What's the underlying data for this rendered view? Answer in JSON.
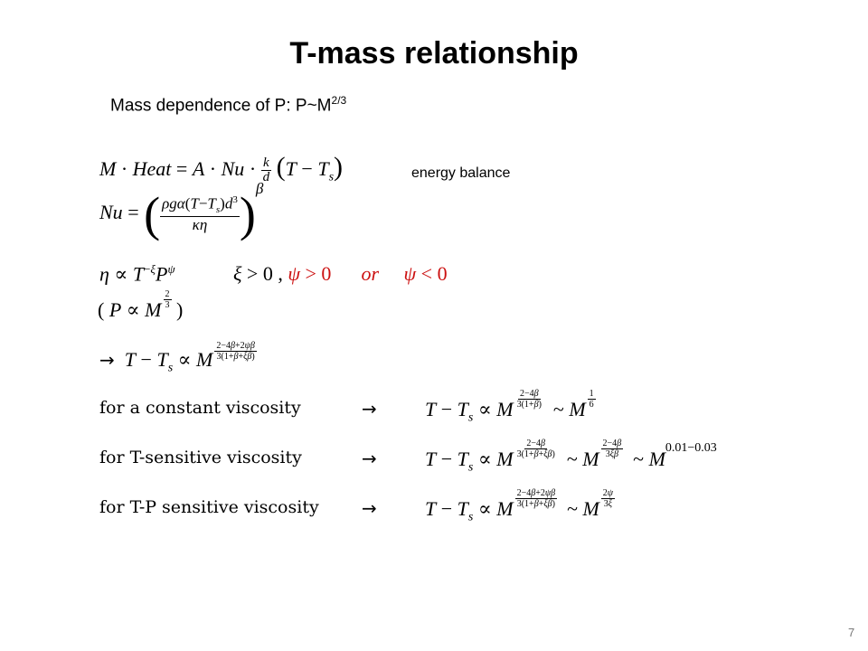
{
  "slide": {
    "title": "T-mass relationship",
    "subtitle_text": "Mass dependence of P: P~M",
    "subtitle_exp": "2/3",
    "energy_label": "energy balance",
    "page_number": "7"
  },
  "rows": [
    {
      "label": "for a constant viscosity",
      "arrow": "→"
    },
    {
      "label": "for T-sensitive viscosity",
      "arrow": "→"
    },
    {
      "label": "for T-P sensitive viscosity",
      "arrow": "→"
    }
  ],
  "colors": {
    "accent_red": "#cc1111"
  }
}
